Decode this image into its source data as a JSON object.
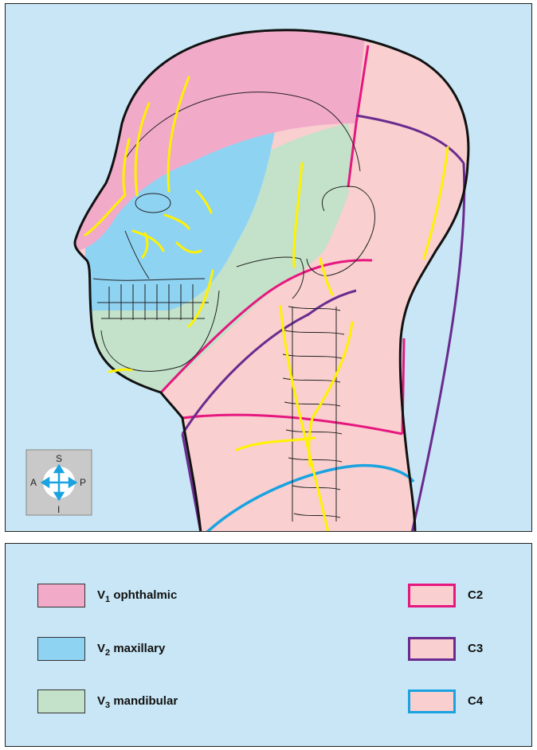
{
  "figure": {
    "compass": {
      "superior": "S",
      "inferior": "I",
      "anterior": "A",
      "posterior": "P"
    }
  },
  "legend": {
    "trigeminal": [
      {
        "prefix": "V",
        "sub": "1",
        "label": "ophthalmic",
        "color": "#f2aac9"
      },
      {
        "prefix": "V",
        "sub": "2",
        "label": "maxillary",
        "color": "#8fd3f3"
      },
      {
        "prefix": "V",
        "sub": "3",
        "label": "mandibular",
        "color": "#c3e2c9"
      }
    ],
    "cervical": [
      {
        "label": "C2",
        "border": "#e6177f"
      },
      {
        "label": "C3",
        "border": "#6a2b8f"
      },
      {
        "label": "C4",
        "border": "#1aa3e0"
      }
    ],
    "cervical_fill": "#f9cfcf",
    "nerve_color": "#fff200"
  }
}
